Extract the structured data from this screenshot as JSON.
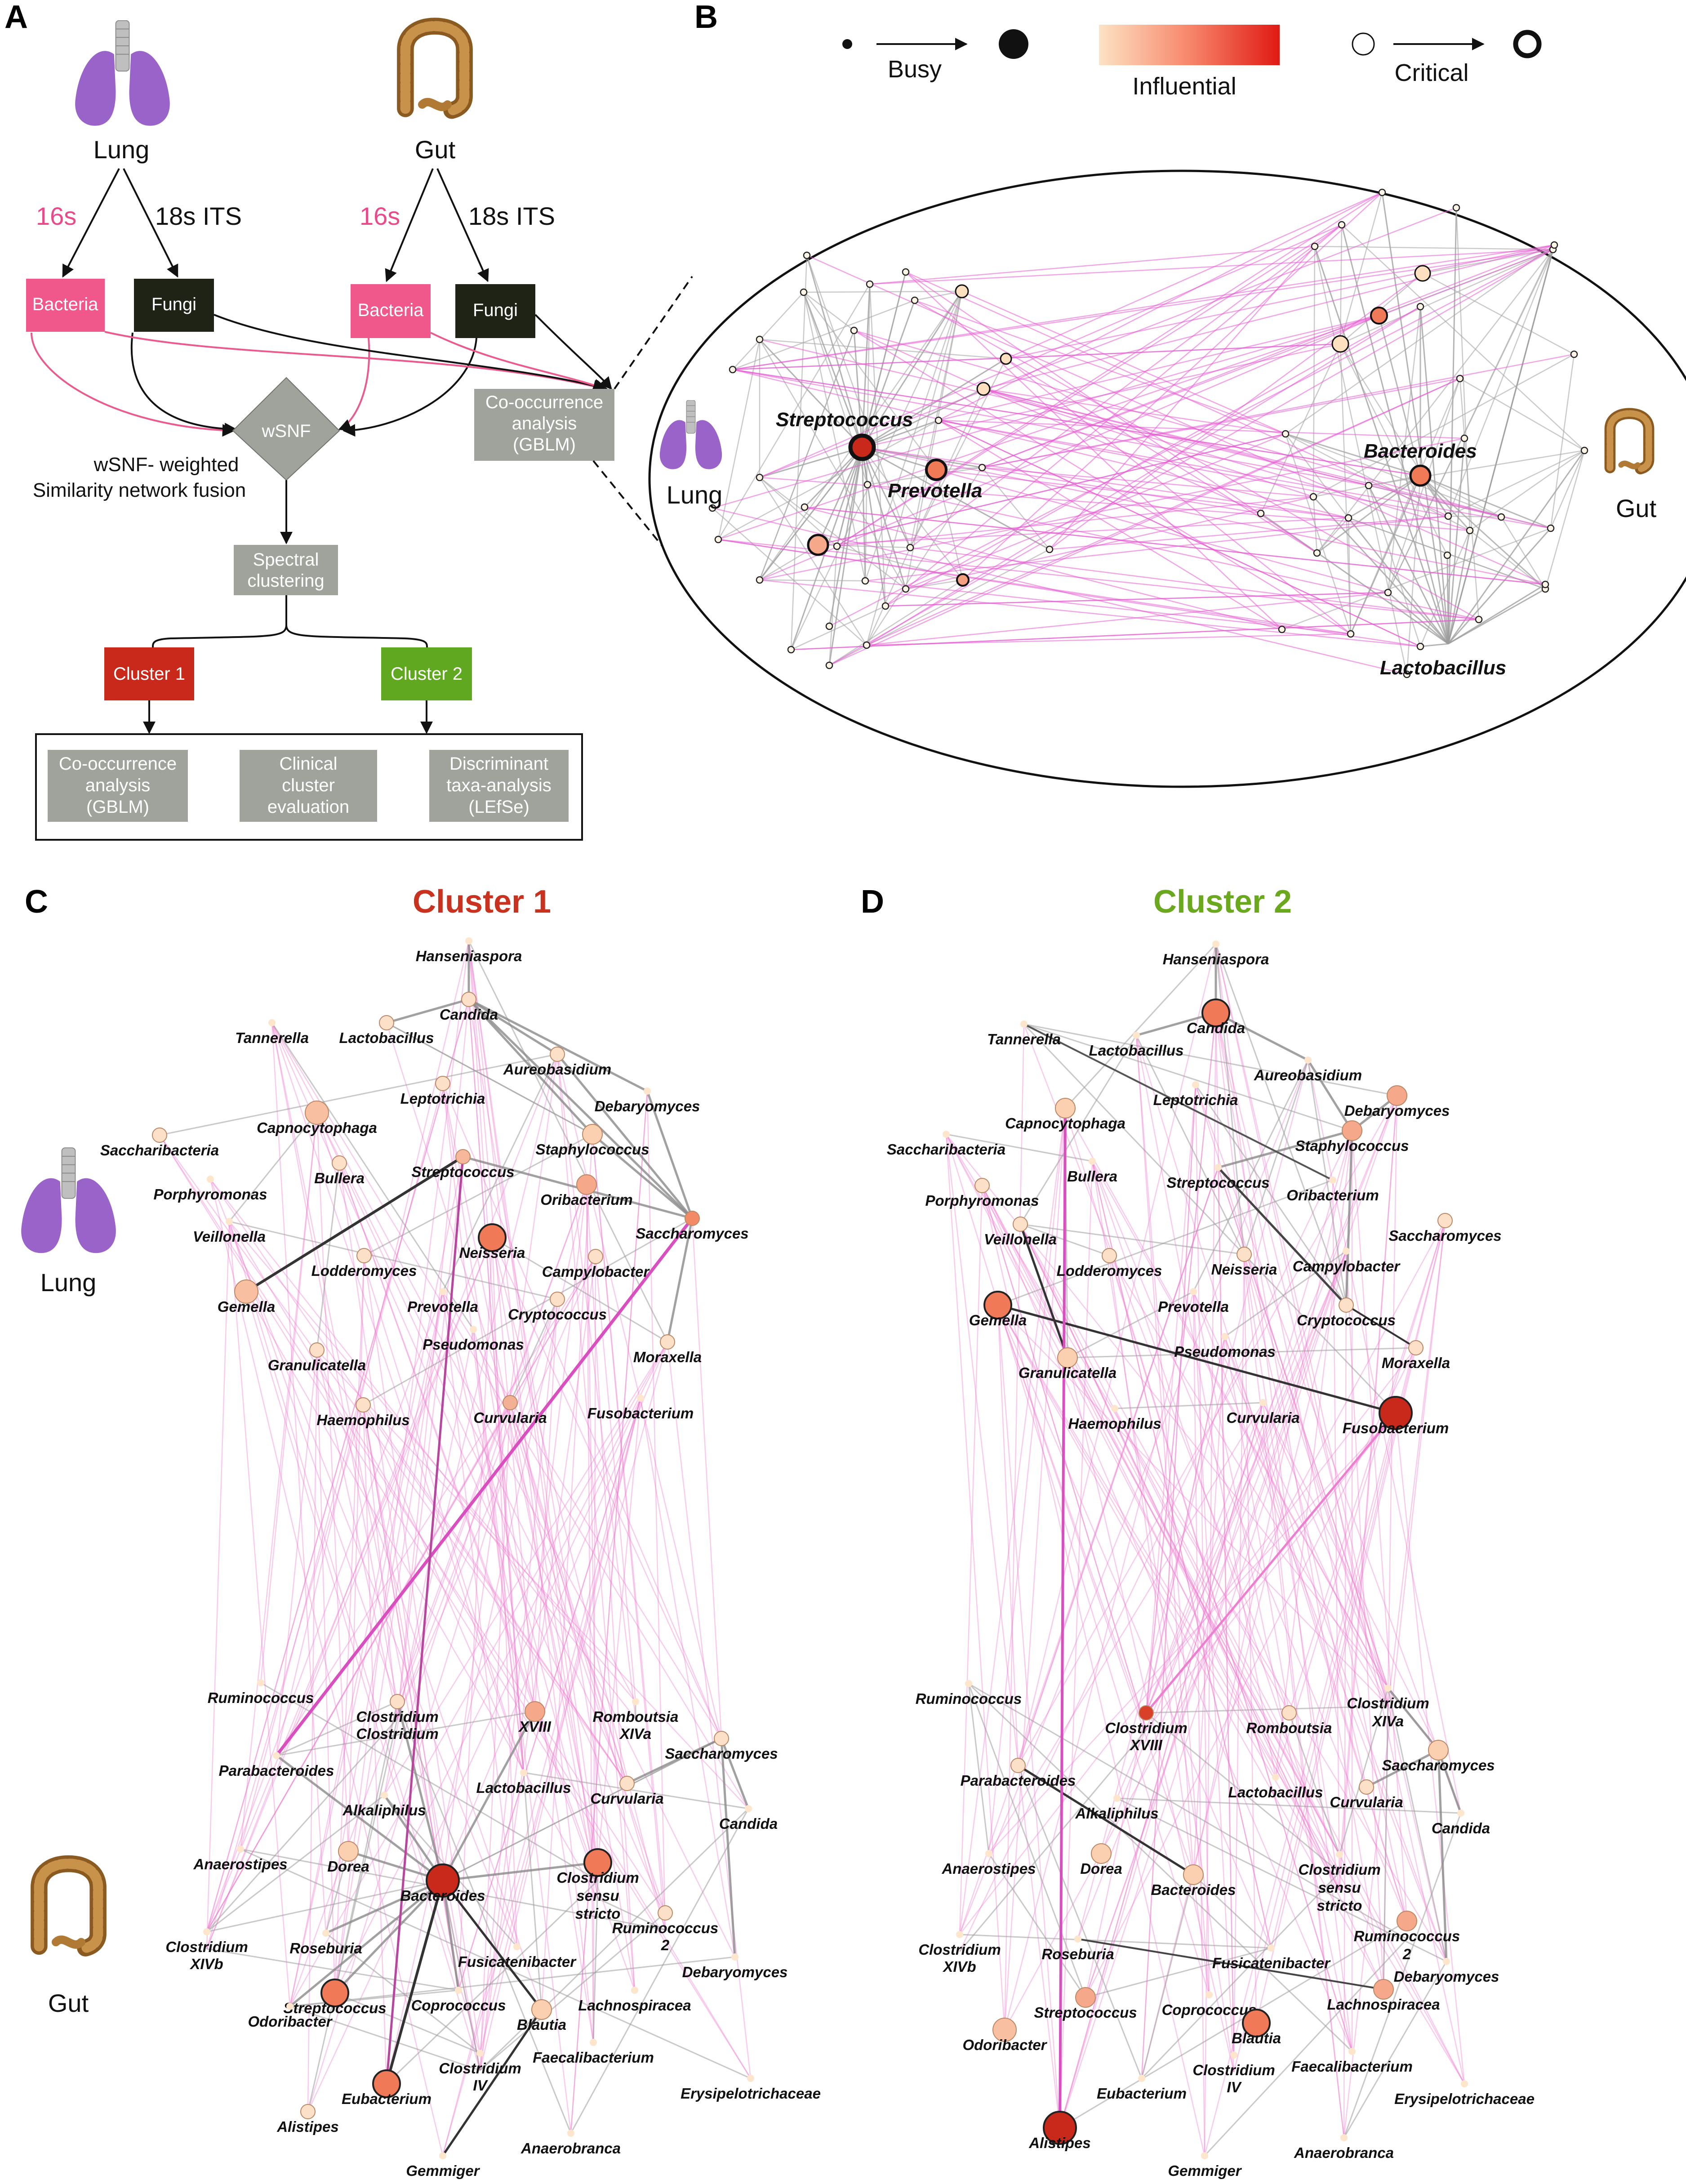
{
  "panels": {
    "a": "A",
    "b": "B",
    "c": "C",
    "d": "D"
  },
  "panel_a": {
    "lung": "Lung",
    "gut": "Gut",
    "seq_16s": "16s",
    "seq_18s": "18s ITS",
    "bacteria": "Bacteria",
    "fungi": "Fungi",
    "wsnf": "wSNF",
    "cooc_lines": [
      "Co-occurrence",
      "analysis",
      "(GBLM)"
    ],
    "wsnf_note_lines": [
      "wSNF- weighted",
      "Similarity network fusion"
    ],
    "spectral_lines": [
      "Spectral",
      "clustering"
    ],
    "cluster1": "Cluster 1",
    "cluster2": "Cluster 2",
    "final_boxes": [
      [
        "Co-occurrence",
        "analysis",
        "(GBLM)"
      ],
      [
        "Clinical",
        "cluster",
        "evaluation"
      ],
      [
        "Discriminant",
        "taxa-analysis",
        "(LEfSe)"
      ]
    ],
    "colors": {
      "bacteria": "#f0578a",
      "fungi": "#1f2316",
      "grey_box": "#9fa39c",
      "cluster1": "#c8291a",
      "cluster2": "#5fa81f",
      "pink_line": "#ea5a8e"
    }
  },
  "panel_b": {
    "legend": {
      "busy": "Busy",
      "influential": "Influential",
      "critical": "Critical"
    },
    "lung": "Lung",
    "gut": "Gut",
    "highlights": [
      "Streptococcus",
      "Prevotella",
      "Bacteroides",
      "Lactobacillus"
    ]
  },
  "panel_c": {
    "title": "Cluster 1",
    "lung": "Lung",
    "gut": "Gut"
  },
  "panel_d": {
    "title": "Cluster 2"
  },
  "taxa_c": [
    "Hanseniaspora",
    "Candida",
    "Tannerella",
    "Lactobacillus",
    "Aureobasidium",
    "Leptotrichia",
    "Debaryomyces",
    "Capnocytophaga",
    "Staphylococcus",
    "Saccharibacteria",
    "Bullera",
    "Streptococcus",
    "Oribacterium",
    "Porphyromonas",
    "Saccharomyces",
    "Veillonella",
    "Neisseria",
    "Campylobacter",
    "Lodderomyces",
    "Gemella",
    "Prevotella",
    "Cryptococcus",
    "Pseudomonas",
    "Moraxella",
    "Granulicatella",
    "Fusobacterium",
    "Haemophilus",
    "Curvularia",
    "Ruminococcus",
    "Clostridium",
    "Clostridium",
    "XVIII",
    "Romboutsia",
    "XIVa",
    "Saccharomyces",
    "Parabacteroides",
    "Lactobacillus",
    "Curvularia",
    "Alkaliphilus",
    "Candida",
    "Anaerostipes",
    "Dorea",
    "Clostridium",
    "sensu",
    "stricto",
    "Bacteroides",
    "Clostridium",
    "XIVb",
    "Ruminococcus",
    "2",
    "Roseburia",
    "Fusicatenibacter",
    "Debaryomyces",
    "Streptococcus",
    "Coprococcus",
    "Lachnospiracea",
    "Blautia",
    "Odoribacter",
    "Clostridium",
    "IV",
    "Faecalibacterium",
    "Eubacterium",
    "Erysipelotrichaceae",
    "Alistipes",
    "Anaerobranca",
    "Gemmiger"
  ],
  "taxa_d": [
    "Hanseniaspora",
    "Candida",
    "Tannerella",
    "Lactobacillus",
    "Aureobasidium",
    "Leptotrichia",
    "Debaryomyces",
    "Capnocytophaga",
    "Staphylococcus",
    "Saccharibacteria",
    "Bullera",
    "Streptococcus",
    "Oribacterium",
    "Porphyromonas",
    "Saccharomyces",
    "Veillonella",
    "Lodderomyces",
    "Neisseria",
    "Campylobacter",
    "Gemella",
    "Prevotella",
    "Cryptococcus",
    "Pseudomonas",
    "Moraxella",
    "Granulicatella",
    "Fusobacterium",
    "Haemophilus",
    "Curvularia",
    "Ruminococcus",
    "Clostridium",
    "XIVa",
    "Clostridium",
    "XVIII",
    "Romboutsia",
    "Saccharomyces",
    "Parabacteroides",
    "Lactobacillus",
    "Curvularia",
    "Alkaliphilus",
    "Candida",
    "Anaerostipes",
    "Dorea",
    "Clostridium",
    "sensu",
    "stricto",
    "Bacteroides",
    "Ruminococcus",
    "2",
    "Clostridium",
    "XIVb",
    "Roseburia",
    "Fusicatenibacter",
    "Debaryomyces",
    "Streptococcus",
    "Coprococcus",
    "Lachnospiracea",
    "Blautia",
    "Odoribacter",
    "Clostridium",
    "IV",
    "Faecalibacterium",
    "Eubacterium",
    "Erysipelotrichaceae",
    "Alistipes",
    "Anaerobranca",
    "Gemmiger"
  ]
}
